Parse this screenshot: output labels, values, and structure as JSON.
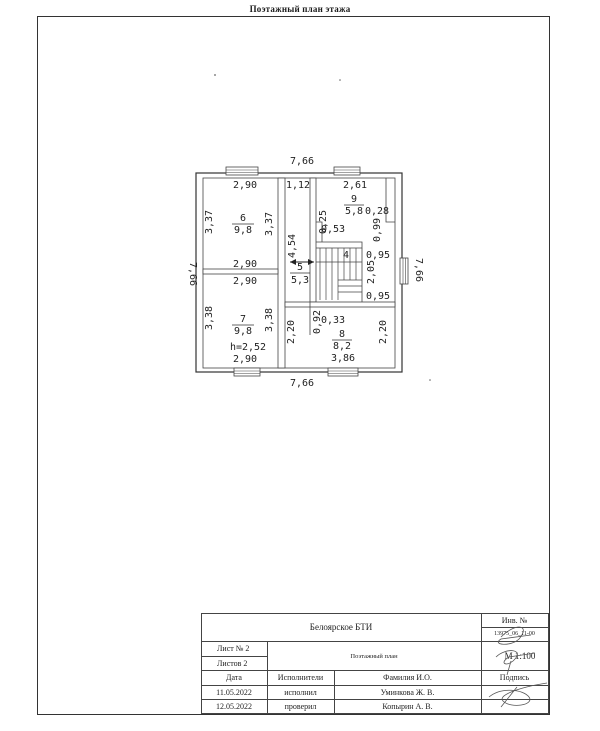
{
  "header": {
    "title": "Поэтажный план этажа"
  },
  "plan": {
    "dims": {
      "top": "7,66",
      "bottom": "7,66",
      "left": "7,66",
      "right": "7,66"
    },
    "rooms": [
      {
        "id": "6",
        "area": "9,8",
        "top_dim": "2,90",
        "left_dim": "3,37",
        "right_dim": "3,37",
        "bottom_dim": "2,90"
      },
      {
        "id": "7",
        "area": "9,8",
        "top_dim": "2,90",
        "left_dim": "3,38",
        "right_dim": "3,38",
        "bottom_dim": "2,90",
        "height": "h=2,52"
      },
      {
        "id": "5",
        "area": "5,3",
        "top_dim": "1,12",
        "side_dim": "4,54"
      },
      {
        "id": "9",
        "area": "5,8",
        "top_dim": "2,61",
        "dims": [
          "0,28",
          "0,25",
          "0,53",
          "0,99"
        ]
      },
      {
        "id": "8",
        "area": "8,2",
        "bottom_dim": "3,86",
        "left_dim": "2,20",
        "right_dim": "2,20",
        "dims": [
          "0,92",
          "0,33"
        ]
      }
    ],
    "stair_dims": [
      "4",
      "0,95",
      "2,05",
      "0,95"
    ]
  },
  "stamp": {
    "org": "Белоярское БТИ",
    "inv_label": "Инв. №",
    "inv_value": "13975_06_11-00",
    "sheet_label": "Лист № 2",
    "sheets_label": "Листов 2",
    "doc_title": "Поэтажный план",
    "scale": "М 1:100",
    "col_date": "Дата",
    "col_exec": "Исполнители",
    "col_name": "Фамилия И.О.",
    "col_sign": "Подпись",
    "rows": [
      {
        "date": "11.05.2022",
        "role": "исполнил",
        "name": "Уминкова Ж. В."
      },
      {
        "date": "12.05.2022",
        "role": "проверил",
        "name": "Копырин А. В."
      }
    ]
  }
}
